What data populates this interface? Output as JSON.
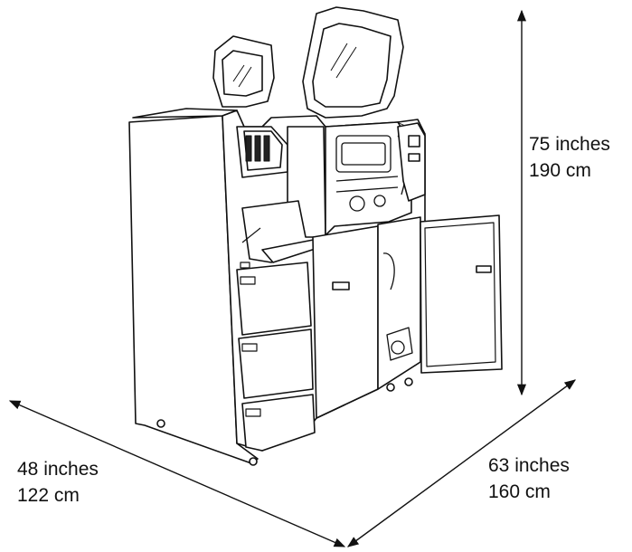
{
  "dimensions": {
    "height": {
      "imperial": "75 inches",
      "metric": "190 cm"
    },
    "width": {
      "imperial": "48 inches",
      "metric": "122 cm"
    },
    "depth": {
      "imperial": "63 inches",
      "metric": "160 cm"
    }
  },
  "colors": {
    "ink": "#111111",
    "paper": "#ffffff"
  },
  "icons": [
    "printer-illustration",
    "height-arrow",
    "width-arrow",
    "depth-arrow"
  ]
}
